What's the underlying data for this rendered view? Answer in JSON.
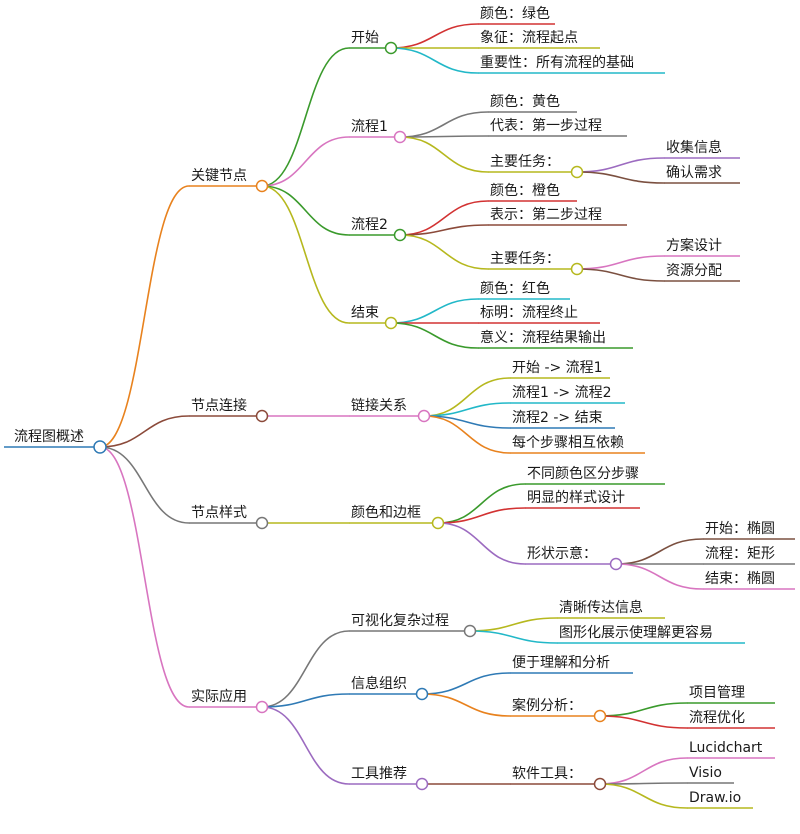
{
  "root": {
    "label": "流程图概述",
    "children": [
      {
        "label": "关键节点",
        "children": [
          {
            "label": "开始",
            "children": [
              {
                "label": "颜色：绿色"
              },
              {
                "label": "象征：流程起点"
              },
              {
                "label": "重要性：所有流程的基础"
              }
            ]
          },
          {
            "label": "流程1",
            "children": [
              {
                "label": "颜色：黄色"
              },
              {
                "label": "代表：第一步过程"
              },
              {
                "label": "主要任务：",
                "children": [
                  {
                    "label": "收集信息"
                  },
                  {
                    "label": "确认需求"
                  }
                ]
              }
            ]
          },
          {
            "label": "流程2",
            "children": [
              {
                "label": "颜色：橙色"
              },
              {
                "label": "表示：第二步过程"
              },
              {
                "label": "主要任务：",
                "children": [
                  {
                    "label": "方案设计"
                  },
                  {
                    "label": "资源分配"
                  }
                ]
              }
            ]
          },
          {
            "label": "结束",
            "children": [
              {
                "label": "颜色：红色"
              },
              {
                "label": "标明：流程终止"
              },
              {
                "label": "意义：流程结果输出"
              }
            ]
          }
        ]
      },
      {
        "label": "节点连接",
        "children": [
          {
            "label": "链接关系",
            "children": [
              {
                "label": "开始 -> 流程1"
              },
              {
                "label": "流程1 -> 流程2"
              },
              {
                "label": "流程2 -> 结束"
              },
              {
                "label": "每个步骤相互依赖"
              }
            ]
          }
        ]
      },
      {
        "label": "节点样式",
        "children": [
          {
            "label": "颜色和边框",
            "children": [
              {
                "label": "不同颜色区分步骤"
              },
              {
                "label": "明显的样式设计"
              },
              {
                "label": "形状示意：",
                "children": [
                  {
                    "label": "开始：椭圆"
                  },
                  {
                    "label": "流程：矩形"
                  },
                  {
                    "label": "结束：椭圆"
                  }
                ]
              }
            ]
          }
        ]
      },
      {
        "label": "实际应用",
        "children": [
          {
            "label": "可视化复杂过程",
            "children": [
              {
                "label": "清晰传达信息"
              },
              {
                "label": "图形化展示使理解更容易"
              }
            ]
          },
          {
            "label": "信息组织",
            "children": [
              {
                "label": "便于理解和分析"
              },
              {
                "label": "案例分析：",
                "children": [
                  {
                    "label": "项目管理"
                  },
                  {
                    "label": "流程优化"
                  }
                ]
              }
            ]
          },
          {
            "label": "工具推荐",
            "children": [
              {
                "label": "软件工具：",
                "children": [
                  {
                    "label": "Lucidchart"
                  },
                  {
                    "label": "Visio"
                  },
                  {
                    "label": "Draw.io"
                  }
                ]
              }
            ]
          }
        ]
      }
    ]
  },
  "colors": {
    "orange": "#e8821e",
    "brown": "#8b4a3a",
    "gray": "#777777",
    "pink": "#d875c0",
    "blue": "#2f7ab5",
    "green": "#3a9a2c",
    "olive": "#b6b81e",
    "cyan": "#22b8c8",
    "red": "#d23232",
    "purple": "#9c6bc0",
    "darkbrown": "#7b5040",
    "lightpink": "#e07ab8"
  }
}
